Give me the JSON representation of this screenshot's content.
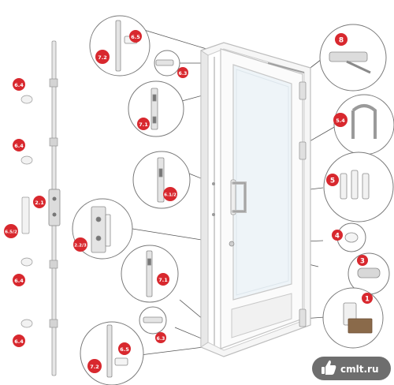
{
  "colors": {
    "badge": "#d8282e",
    "badge_text": "#ffffff",
    "leader": "#555555",
    "frame_stroke": "#bdbdbd",
    "glass": "#eef4f8",
    "hardware": "#9a9a9a",
    "watermark_bg": "#4a4a4a"
  },
  "labels": {
    "l_8": "8",
    "l_5_4": "5.4",
    "l_5": "5",
    "l_4": "4",
    "l_3": "3",
    "l_1": "1",
    "l_6_5_top": "6.5",
    "l_7_2_top": "7.2",
    "l_6_3_top": "6.3",
    "l_7_1_top": "7.1",
    "l_6_1_2": "6.1/2",
    "l_2_2_3": "2.2/3",
    "l_7_1_bottom": "7.1",
    "l_6_3_bottom": "6.3",
    "l_6_5_bottom": "6.5",
    "l_7_2_bottom": "7.2",
    "l_6_4_a": "6.4",
    "l_6_4_b": "6.4",
    "l_2_1": "2.1",
    "l_6_5_2": "6.5/2",
    "l_6_4_c": "6.4",
    "l_6_4_d": "6.4"
  },
  "watermark": {
    "icon": "thumbs-up-icon",
    "text": "cmlt.ru"
  }
}
